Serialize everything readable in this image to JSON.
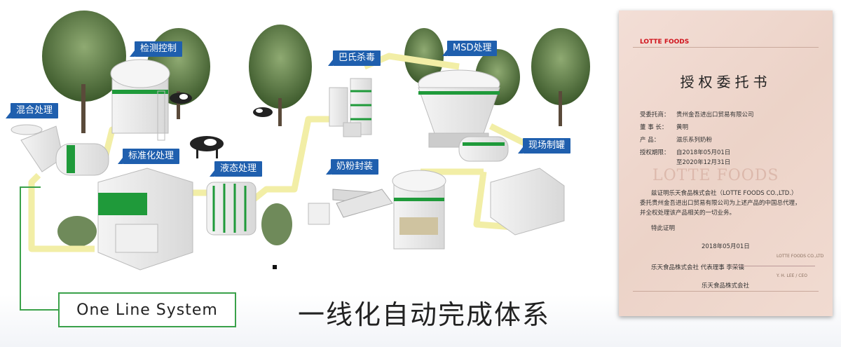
{
  "process_tags": [
    {
      "key": "mixing",
      "label": "混合处理"
    },
    {
      "key": "inspection",
      "label": "检测控制"
    },
    {
      "key": "standardization",
      "label": "标准化处理"
    },
    {
      "key": "liquid",
      "label": "液态处理"
    },
    {
      "key": "pasteurization",
      "label": "巴氏杀毒"
    },
    {
      "key": "msd",
      "label": "MSD处理"
    },
    {
      "key": "canning",
      "label": "现场制罐"
    },
    {
      "key": "powder_packing",
      "label": "奶粉封装"
    }
  ],
  "one_line_system": "One Line System",
  "main_title": "一线化自动完成体系",
  "certificate": {
    "brand": "LOTTE FOODS",
    "title": "授权委托书",
    "fields": [
      {
        "key": "受委托商：",
        "value": "贵州金吾进出口贸易有限公司"
      },
      {
        "key": "董 事 长：",
        "value": "黄明"
      },
      {
        "key": "产    品：",
        "value": "滋乐系列奶粉"
      },
      {
        "key": "授权期限：",
        "value": "自2018年05月01日"
      },
      {
        "key": "",
        "value": "至2020年12月31日"
      }
    ],
    "watermark": "LOTTE FOODS",
    "body": [
      "兹证明乐天食品株式会社（LOTTE FOODS CO.,LTD.）",
      "委托贵州金吾进出口贸易有限公司为上述产品的中国总代理，",
      "并全权处理该产品相关的一切业务。"
    ],
    "proof": "特此证明",
    "date": "2018年05月01日",
    "stamp_company": "LOTTE FOODS CO.,LTD",
    "signatory": "乐天食品株式会社 代表理事 李荣镐",
    "signature_name": "Y. H. LEE / CEO",
    "footer_company": "乐天食品株式会社"
  },
  "colors": {
    "tag_blue": "#1f5fae",
    "line_green": "#3aa14a",
    "pipe_yellow": "#f2eea6",
    "machine_green": "#1f9a3a"
  }
}
